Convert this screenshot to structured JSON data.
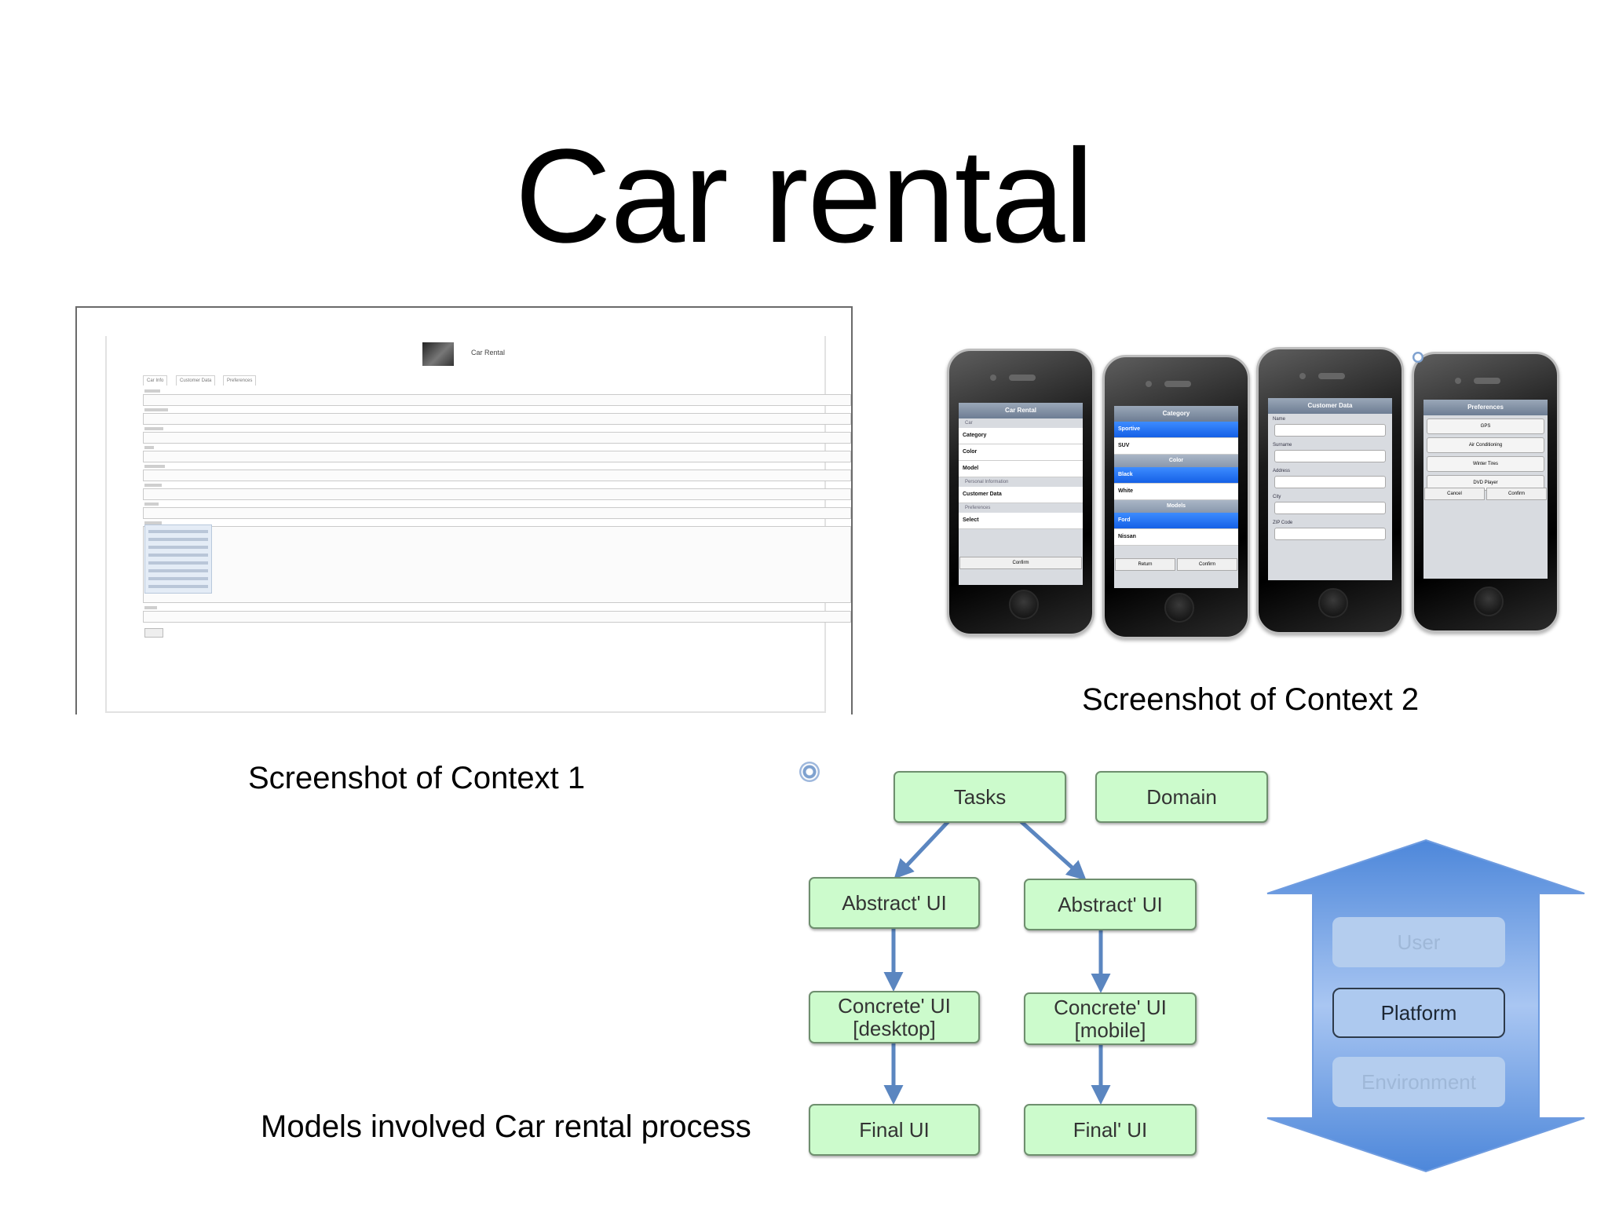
{
  "slide": {
    "title": "Car rental"
  },
  "captions": {
    "context1": "Screenshot of Context 1",
    "context2": "Screenshot of Context 2",
    "models": "Models involved Car rental process"
  },
  "desktop": {
    "header_title": "Car Rental",
    "tabs": [
      "Car Info",
      "Customer Data",
      "Preferences"
    ]
  },
  "phones": [
    {
      "title": "Car Rental",
      "sections": [
        {
          "header": "Car",
          "rows": [
            "Category",
            "Color",
            "Model"
          ]
        },
        {
          "header": "Personal Information",
          "rows": [
            "Customer Data"
          ]
        },
        {
          "header": "Preferences",
          "rows": [
            "Select"
          ]
        }
      ],
      "button": "Confirm"
    },
    {
      "title": "Category",
      "groups": [
        {
          "rows": [
            "Sportive",
            "SUV"
          ]
        },
        {
          "header": "Color",
          "rows": [
            "Black",
            "White"
          ]
        },
        {
          "header": "Models",
          "rows": [
            "Ford",
            "Nissan"
          ]
        }
      ],
      "buttons": [
        "Return",
        "Confirm"
      ]
    },
    {
      "title": "Customer Data",
      "fields": [
        "Name",
        "Surname",
        "Address",
        "City",
        "ZIP Code"
      ]
    },
    {
      "title": "Preferences",
      "options": [
        "GPS",
        "Air Conditioning",
        "Winter Tires",
        "DVD Player"
      ],
      "buttons": [
        "Cancel",
        "Confirm"
      ]
    }
  ],
  "diagram": {
    "tasks": "Tasks",
    "domain": "Domain",
    "abstract_left": "Abstract' UI",
    "abstract_right": "Abstract' UI",
    "concrete_left": "Concrete' UI\n[desktop]",
    "concrete_right": "Concrete' UI\n[mobile]",
    "final_left": "Final UI",
    "final_right": "Final' UI"
  },
  "context_arrow": {
    "user": "User",
    "platform": "Platform",
    "environment": "Environment"
  },
  "colors": {
    "box_fill": "#ccfbcc",
    "box_border": "#6e8f6e",
    "arrow": "#5b86c0",
    "context_arrow": "#6f9ce0"
  }
}
